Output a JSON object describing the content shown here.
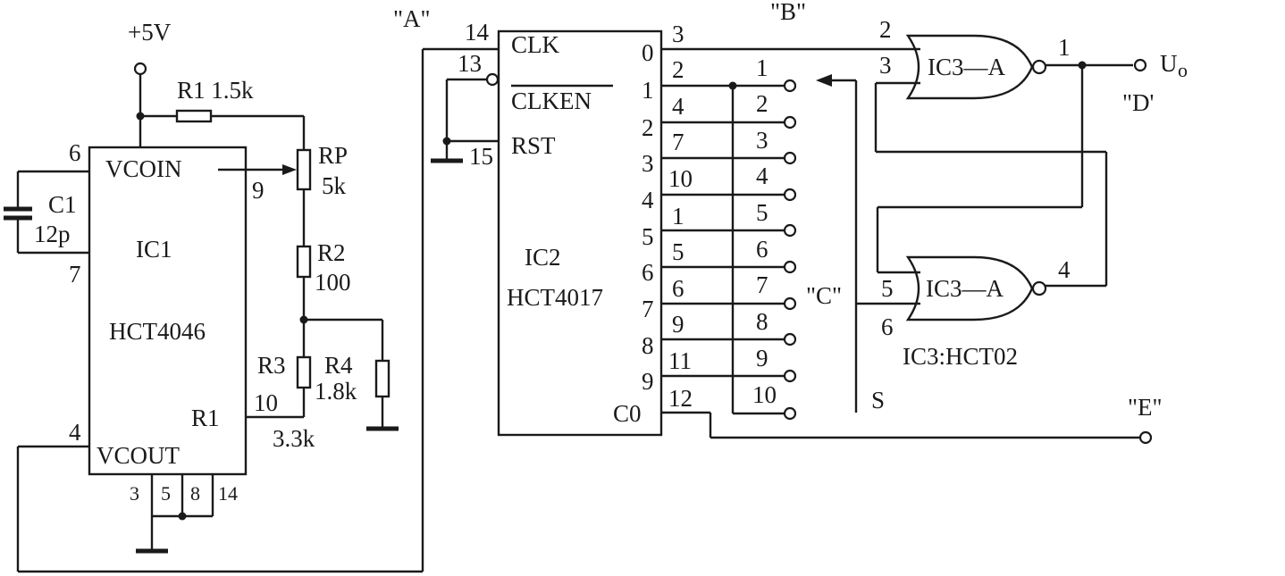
{
  "supply": "+5V",
  "nodes": {
    "A": "\"A\"",
    "B": "\"B\"",
    "C": "\"C\"",
    "D": "\"D'",
    "E": "\"E\""
  },
  "output_label": "U",
  "output_sub": "o",
  "resistors": {
    "r1": "R1  1.5k",
    "rp": "RP",
    "rp_val": "5k",
    "r2": "R2",
    "r2_val": "100",
    "r3": "R3",
    "r4": "R4",
    "r4_val": "1.8k",
    "r3_val": "3.3k"
  },
  "capacitor": {
    "name": "C1",
    "value": "12p"
  },
  "ic1": {
    "name": "IC1",
    "part": "HCT4046",
    "pin_vcoin": "VCOIN",
    "pin_r1": "R1",
    "pin_vcout": "VCOUT",
    "pin_numbers": {
      "p6": "6",
      "p7": "7",
      "p9": "9",
      "p10": "10",
      "p4": "4",
      "p3": "3",
      "p5": "5",
      "p8": "8",
      "p14": "14"
    }
  },
  "ic2": {
    "name": "IC2",
    "part": "HCT4017",
    "pin_clk": "CLK",
    "pin_clken": "CLKEN",
    "pin_rst": "RST",
    "pin_co": "C0",
    "pin_numbers": {
      "p14": "14",
      "p13": "13",
      "p15": "15",
      "p12": "12"
    },
    "outputs": [
      {
        "out": "0",
        "pin": "3"
      },
      {
        "out": "1",
        "pin": "2"
      },
      {
        "out": "2",
        "pin": "4"
      },
      {
        "out": "3",
        "pin": "7"
      },
      {
        "out": "4",
        "pin": "10"
      },
      {
        "out": "5",
        "pin": "1"
      },
      {
        "out": "6",
        "pin": "5"
      },
      {
        "out": "7",
        "pin": "6"
      },
      {
        "out": "8",
        "pin": "9"
      },
      {
        "out": "9",
        "pin": "11"
      }
    ]
  },
  "switch": {
    "name": "S",
    "positions": [
      "1",
      "2",
      "3",
      "4",
      "5",
      "6",
      "7",
      "8",
      "9",
      "10"
    ]
  },
  "ic3": {
    "gate_a": "IC3—A",
    "gate_b": "IC3—A",
    "caption": "IC3:HCT02",
    "pins": {
      "a_in1": "2",
      "a_in2": "3",
      "a_out": "1",
      "b_in1": "5",
      "b_in2": "6",
      "b_out": "4"
    }
  }
}
